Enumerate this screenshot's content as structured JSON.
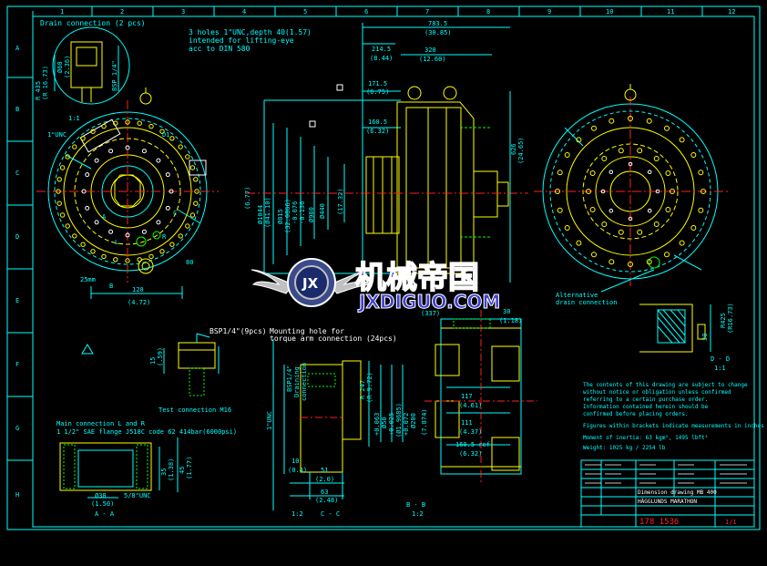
{
  "palette": {
    "cyan": "#00ffff",
    "yellow": "#ffff00",
    "white": "#ffffff",
    "green": "#00ff00",
    "magenta": "#ff00ff",
    "red": "#ff2020",
    "blue": "#2060ff"
  },
  "border": {
    "cols_top": [
      "1",
      "2",
      "3",
      "4",
      "5",
      "6",
      "7",
      "8",
      "9",
      "10",
      "11",
      "12"
    ],
    "rows_left": [
      "A",
      "B",
      "C",
      "D",
      "E",
      "F",
      "G",
      "H"
    ]
  },
  "left_view": {
    "drain_title": "Drain connection (2 pcs)",
    "holes_note": [
      "3 holes 1\"UNC,depth 40(1.57)",
      "intended for lifting-eye",
      "acc to DIN 580"
    ],
    "label_1_1": "1:1",
    "label_1unc": "1\"UNC",
    "dim_435": "R 435",
    "dim_435_in": "(R 16.73)",
    "dim_bsp": "BSP 1/4\"",
    "dim_o60": "Ø60",
    "dim_2_36": "(2.36)",
    "bsp_pcs": "BSP1/4\"(9pcs)",
    "dim_120": "120",
    "dim_472": "(4.72)",
    "label_l": "L",
    "label_r": "R",
    "label_a": "A",
    "label_b": "B",
    "label_c": "C",
    "label_d1": "D1",
    "label_25mm": "25mm",
    "label_80": "80",
    "test_conn": "Test connection M16",
    "dim_15": "15",
    "dim_0_59": "(.59)"
  },
  "main_conn": {
    "title": [
      "Main connection L and R",
      "1 1/2\" SAE flange J518C code 62 414bar(6000psi)"
    ],
    "d38": "Ø38",
    "d150": "(1.50)",
    "unc58": "5/8\"UNC",
    "d35": "35",
    "d138": "(1.38)",
    "d45": "45",
    "d177": "(1.77)",
    "aa": "A - A"
  },
  "center": {
    "dim_7835": "783.5",
    "dim_3085": "(30.85)",
    "dim_2145": "214.5",
    "dim_844": "(8.44)",
    "dim_320": "320",
    "dim_1260": "(12.60)",
    "dim_1715": "171.5",
    "dim_675": "(6.75)",
    "dim_1605": "160.5",
    "dim_632": "(6.32)",
    "dim_626": "626",
    "dim_2465": "(24.65)",
    "dim_1044": "Ø1044",
    "dim_4110": "(Ø41.10)",
    "dim_815": "Ø815",
    "dim_3209": "(32.0866)",
    "dim_0076": "-0.076",
    "dim_0136": "-0.136",
    "dim_o980": "Ø980",
    "dim_o440": "Ø440",
    "dim_1732": "(17.32)",
    "dim_677": "(6.77)",
    "mount_note": [
      "Mounting hole for",
      "torque arm connection (24pcs)"
    ],
    "bsp14": "BSP1/4\"",
    "drain": "Draining",
    "conn": "connection",
    "dim_1unc": "1\"UNC",
    "dim_10": "10",
    "dim_04": "(0.4)",
    "dim_51": "51",
    "dim_20": "(2.0)",
    "dim_63": "63",
    "dim_248": "(2.48)",
    "dim_1_2": "1:2",
    "label_cc": "C - C",
    "dim_r247": "R 247",
    "dim_r972": "(R 9.72)",
    "dim_0063": "+0.063",
    "dim_o50": "Ø50",
    "dim_0025": "+0.025",
    "dim_0130": "(Ø1.9685)",
    "dim_o3": "Ø3",
    "dim_0072": "+0.072",
    "dim_o40": "Ø40",
    "dim_o200": "Ø200",
    "dim_787": "(7.874)"
  },
  "section_bb": {
    "dim_30": "30",
    "dim_118": "(1.18)",
    "dim_117": "117",
    "dim_461": "(4.61)",
    "dim_111": "111",
    "dim_437": "(4.37)",
    "dim_160ref": "160.5 ref",
    "dim_632b": "(6.32)",
    "dim_1_2": "1:2",
    "label_bb": "B - B",
    "dim_337": "(337)"
  },
  "right_view": {
    "alt_drain": [
      "Alternative",
      "drain connection"
    ],
    "dim_r425": "R425",
    "dim_r1673": "(R16.73)",
    "label_dd": "D - D",
    "scale": "1:1",
    "dim_30": "30"
  },
  "notes": {
    "lines": [
      "The contents of this drawing are subject to change",
      "without notice or obligation unless confirmed",
      "referring to a certain purchase order.",
      "Information contained herein should be",
      "confirmed before placing orders."
    ],
    "inches": "Figures within brackets indicate measurements in inches",
    "inertia": "Moment of inertia: 63 kgm², 1495 lbft²",
    "weight": "Weight: 1025 kg / 2254 lb"
  },
  "title_block": {
    "product_line": "Dimension drawing MB 400",
    "product_sub": "HÄGGLUNDS MARATHON",
    "drawing_no": "178 1536",
    "sheet": "1/1"
  },
  "watermark": {
    "cn_title": "机械帝国",
    "domain": "JXDIGUO.COM",
    "emblem": "JX"
  }
}
